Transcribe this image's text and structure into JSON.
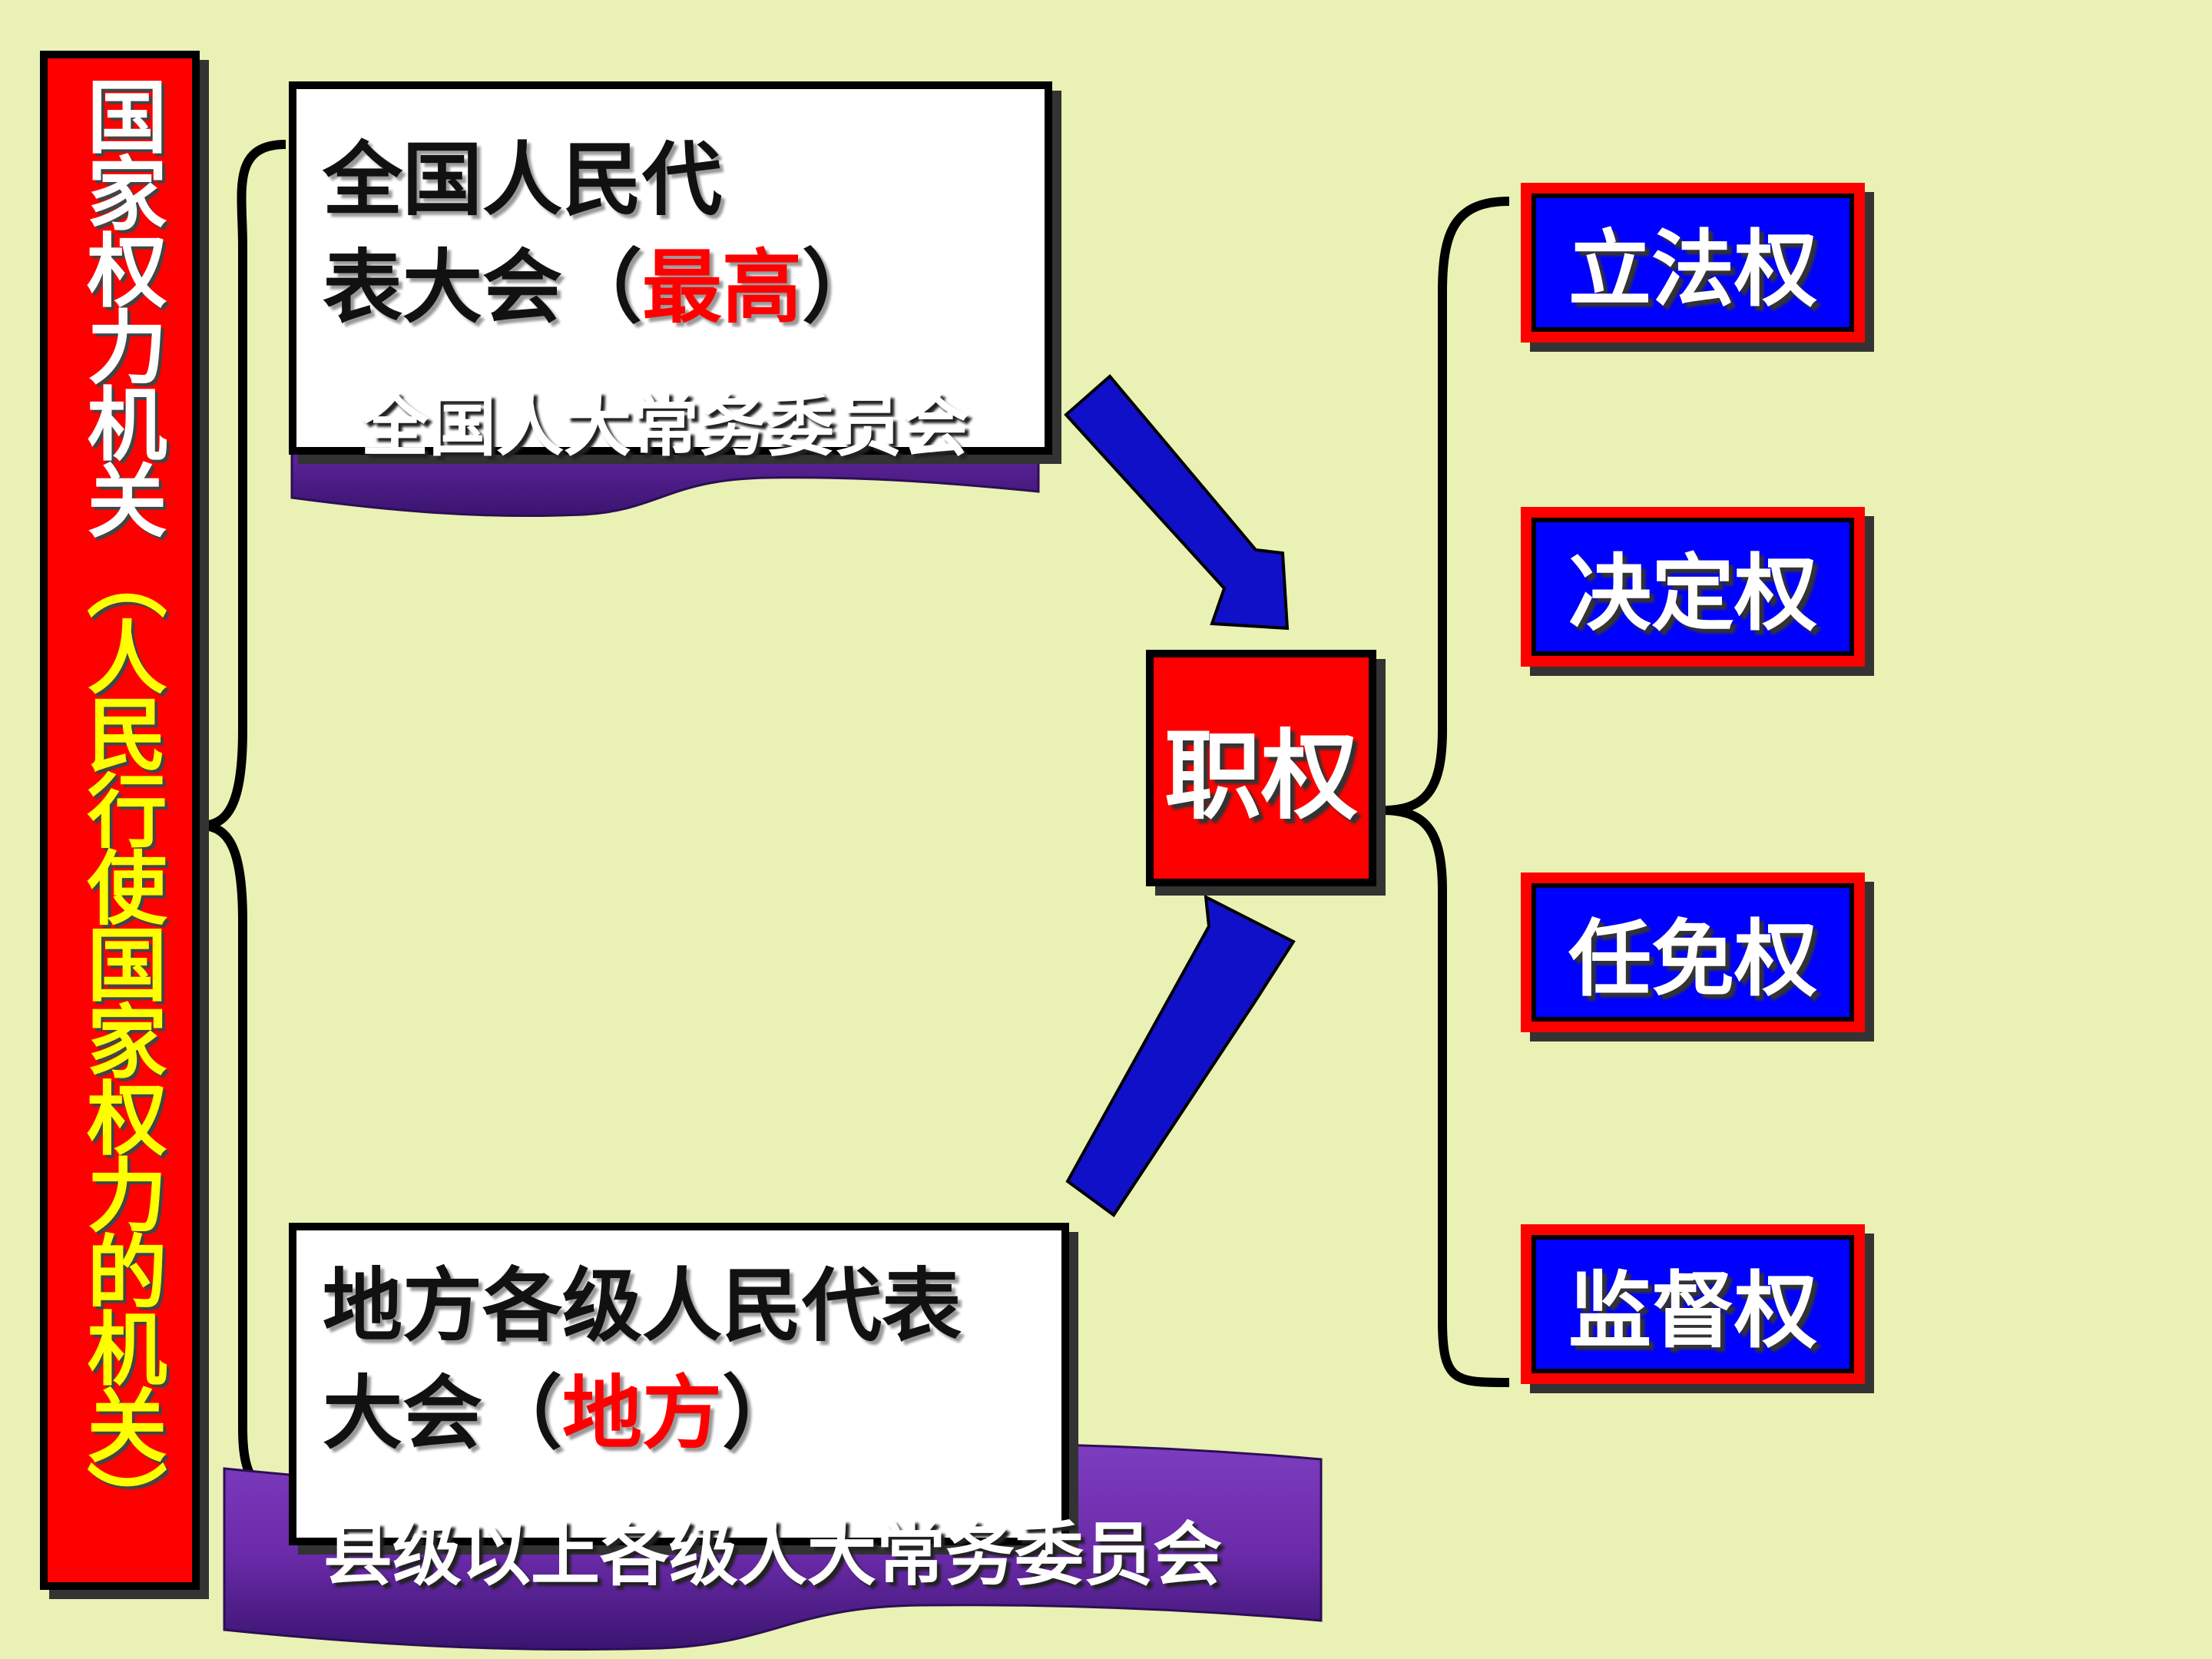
{
  "organ": {
    "title": "国家权力机关",
    "subtitle": "（人民行使国家权力的机关）"
  },
  "national": {
    "title_line1": "全国人民代",
    "title_line2_prefix": "表大会（",
    "title_highlight": "最高",
    "title_suffix": "）",
    "committee": "全国人大常务委员会"
  },
  "local": {
    "title_line1": "地方各级人民代表",
    "title_line2_prefix": "大会（",
    "title_highlight": "地方",
    "title_suffix": "）",
    "committee": "县级以上各级人大常务委员会"
  },
  "center": {
    "label": "职权"
  },
  "powers": [
    "立法权",
    "决定权",
    "任免权",
    "监督权"
  ],
  "colors": {
    "background": "#e9f1b4",
    "accent_red": "#ff0000",
    "power_blue": "#0000ff",
    "arrow_blue": "#1010c8",
    "committee_purple": "#6a2aa8"
  }
}
